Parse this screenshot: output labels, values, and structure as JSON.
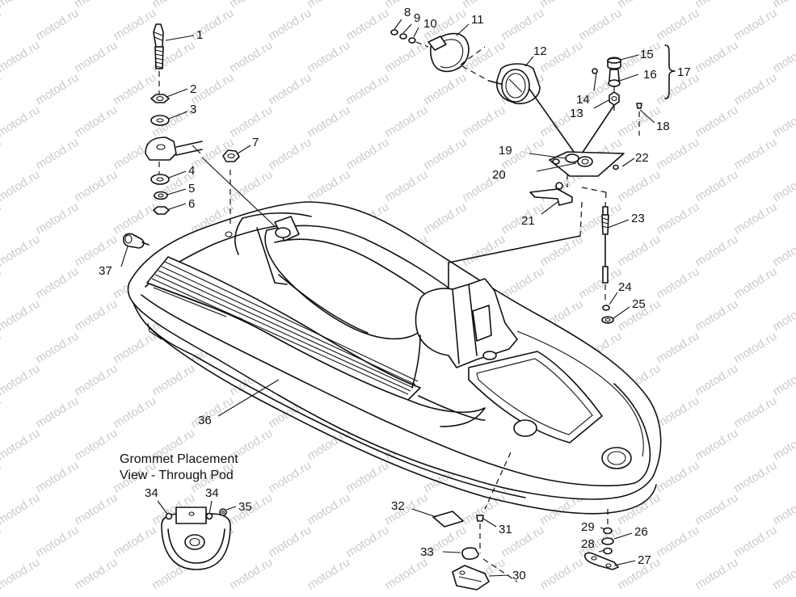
{
  "watermark": "motod.ru",
  "caption": {
    "line1": "Grommet Placement",
    "line2": "View - Through Pod"
  },
  "labels": {
    "p1": "1",
    "p2": "2",
    "p3": "3",
    "p4": "4",
    "p5": "5",
    "p6": "6",
    "p7": "7",
    "p8": "8",
    "p9": "9",
    "p10": "10",
    "p11": "11",
    "p12": "12",
    "p13": "13",
    "p14": "14",
    "p15": "15",
    "p16": "16",
    "p17": "17",
    "p18": "18",
    "p19": "19",
    "p20": "20",
    "p21": "21",
    "p22": "22",
    "p23": "23",
    "p24": "24",
    "p25": "25",
    "p26": "26",
    "p27": "27",
    "p28": "28",
    "p29": "29",
    "p30": "30",
    "p31": "31",
    "p32": "32",
    "p33": "33",
    "p34a": "34",
    "p34b": "34",
    "p35": "35",
    "p36": "36",
    "p37": "37"
  }
}
